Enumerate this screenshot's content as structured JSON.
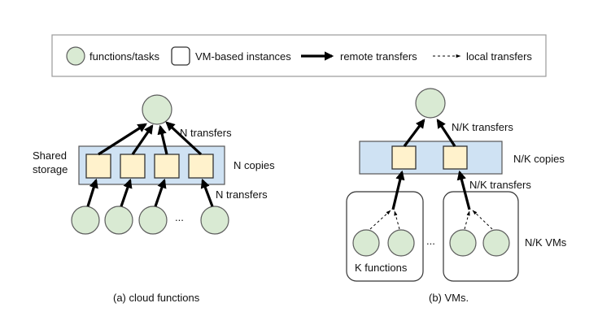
{
  "legend": {
    "functions_label": "functions/tasks",
    "instances_label": "VM-based instances",
    "remote_label": "remote transfers",
    "local_label": "local transfers"
  },
  "left_diagram": {
    "shared_storage_label_line1": "Shared",
    "shared_storage_label_line2": "storage",
    "top_transfers_label": "N transfers",
    "copies_label": "N copies",
    "bottom_transfers_label": "N transfers",
    "ellipsis": "...",
    "caption": "(a) cloud functions"
  },
  "right_diagram": {
    "top_transfers_label": "N/K transfers",
    "copies_label": "N/K copies",
    "bottom_transfers_label": "N/K transfers",
    "vms_label": "N/K VMs",
    "group_label": "K functions",
    "ellipsis": "...",
    "caption": "(b) VMs."
  },
  "colors": {
    "function_fill": "#d9ead3",
    "instance_fill": "#fff2cc",
    "storage_fill": "#cfe2f3"
  }
}
